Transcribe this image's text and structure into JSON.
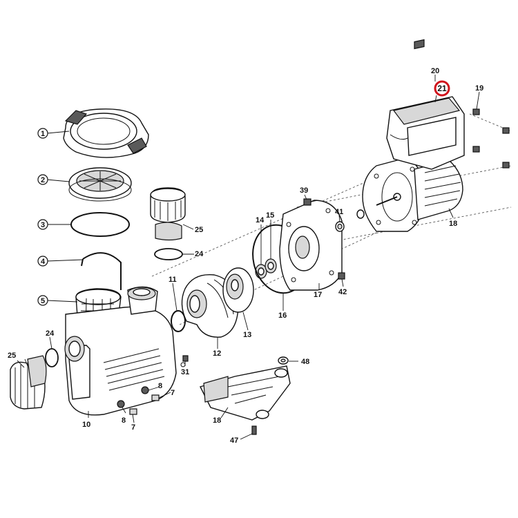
{
  "callouts": [
    {
      "id": "c1",
      "text": "1"
    },
    {
      "id": "c2",
      "text": "2"
    },
    {
      "id": "c3",
      "text": "3"
    },
    {
      "id": "c4",
      "text": "4"
    },
    {
      "id": "c5",
      "text": "5"
    },
    {
      "id": "c7a",
      "text": "7"
    },
    {
      "id": "c7b",
      "text": "7"
    },
    {
      "id": "c8a",
      "text": "8"
    },
    {
      "id": "c8b",
      "text": "8"
    },
    {
      "id": "c10",
      "text": "10"
    },
    {
      "id": "c11",
      "text": "11"
    },
    {
      "id": "c12",
      "text": "12"
    },
    {
      "id": "c13",
      "text": "13"
    },
    {
      "id": "c14",
      "text": "14"
    },
    {
      "id": "c15",
      "text": "15"
    },
    {
      "id": "c16",
      "text": "16"
    },
    {
      "id": "c17",
      "text": "17"
    },
    {
      "id": "c18a",
      "text": "18"
    },
    {
      "id": "c18b",
      "text": "18"
    },
    {
      "id": "c19",
      "text": "19"
    },
    {
      "id": "c20",
      "text": "20"
    },
    {
      "id": "c21",
      "text": "21"
    },
    {
      "id": "c24a",
      "text": "24"
    },
    {
      "id": "c24b",
      "text": "24"
    },
    {
      "id": "c25a",
      "text": "25"
    },
    {
      "id": "c25b",
      "text": "25"
    },
    {
      "id": "c31",
      "text": "31"
    },
    {
      "id": "c39",
      "text": "39"
    },
    {
      "id": "c41",
      "text": "41"
    },
    {
      "id": "c42",
      "text": "42"
    },
    {
      "id": "c47",
      "text": "47"
    },
    {
      "id": "c48",
      "text": "48"
    }
  ],
  "highlight": {
    "callout": "21",
    "color": "#d0121b"
  }
}
